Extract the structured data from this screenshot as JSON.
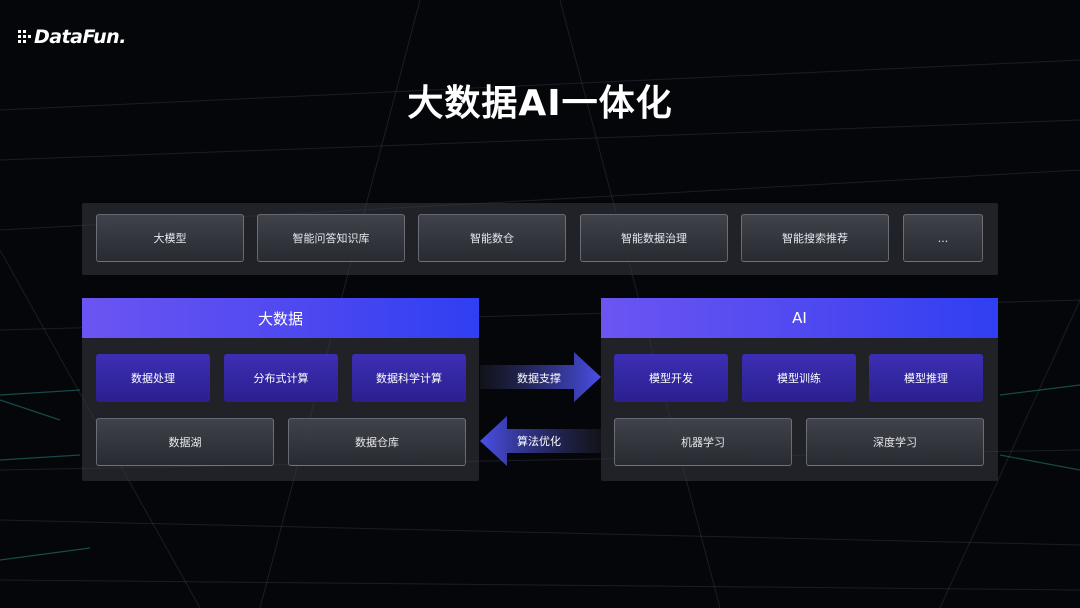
{
  "brand": {
    "logo_text": "DataFun."
  },
  "title": "大数据AI一体化",
  "applications": [
    "大模型",
    "智能问答知识库",
    "智能数仓",
    "智能数据治理",
    "智能搜索推荐",
    "..."
  ],
  "bigdata": {
    "header": "大数据",
    "row1": [
      "数据处理",
      "分布式计算",
      "数据科学计算"
    ],
    "row2": [
      "数据湖",
      "数据仓库"
    ]
  },
  "ai": {
    "header": "AI",
    "row1": [
      "模型开发",
      "模型训练",
      "模型推理"
    ],
    "row2": [
      "机器学习",
      "深度学习"
    ]
  },
  "arrows": {
    "to_ai": "数据支撑",
    "to_bigdata": "算法优化"
  },
  "colors": {
    "accent_purple": "#3d2fb4",
    "header_gradient_start": "#6b55f2",
    "header_gradient_end": "#2f3ff2",
    "background": "#05060a"
  }
}
